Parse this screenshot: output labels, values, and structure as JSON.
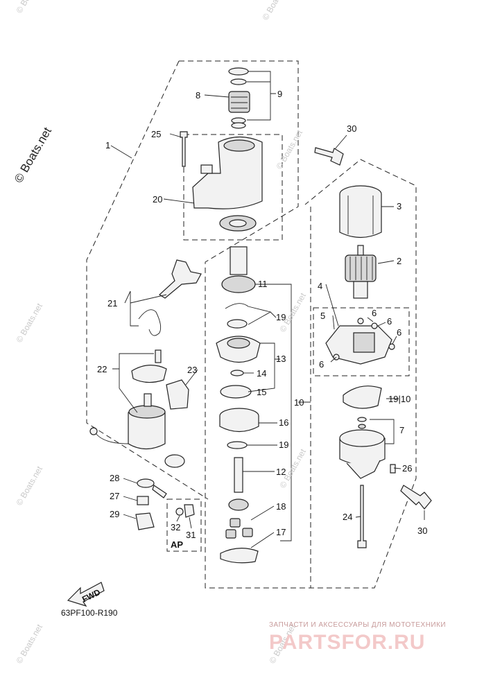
{
  "diagram": {
    "part_code": "63PF100-R190",
    "fwd_label": "FWD",
    "ap_label": "AP",
    "copyright_label": "© Boats.net",
    "watermark_label": "© Boats.net",
    "ad_top": "ЗАПЧАСТИ И АКСЕССУАРЫ ДЛЯ МОТОТЕХНИКИ",
    "ad_brand": "PARTSFOR.RU",
    "callouts": {
      "c1": "1",
      "c2": "2",
      "c3": "3",
      "c4": "4",
      "c5": "5",
      "c6a": "6",
      "c6b": "6",
      "c6c": "6",
      "c6d": "6",
      "c7": "7",
      "c8": "8",
      "c9": "9",
      "c10": "10",
      "c1910": "19|10",
      "c11": "11",
      "c12": "12",
      "c13": "13",
      "c14": "14",
      "c15": "15",
      "c16": "16",
      "c17": "17",
      "c18": "18",
      "c19a": "19",
      "c19b": "19",
      "c20": "20",
      "c21": "21",
      "c22": "22",
      "c23": "23",
      "c24": "24",
      "c25": "25",
      "c26": "26",
      "c27": "27",
      "c28": "28",
      "c29": "29",
      "c30a": "30",
      "c30b": "30",
      "c31": "31",
      "c32": "32"
    }
  }
}
